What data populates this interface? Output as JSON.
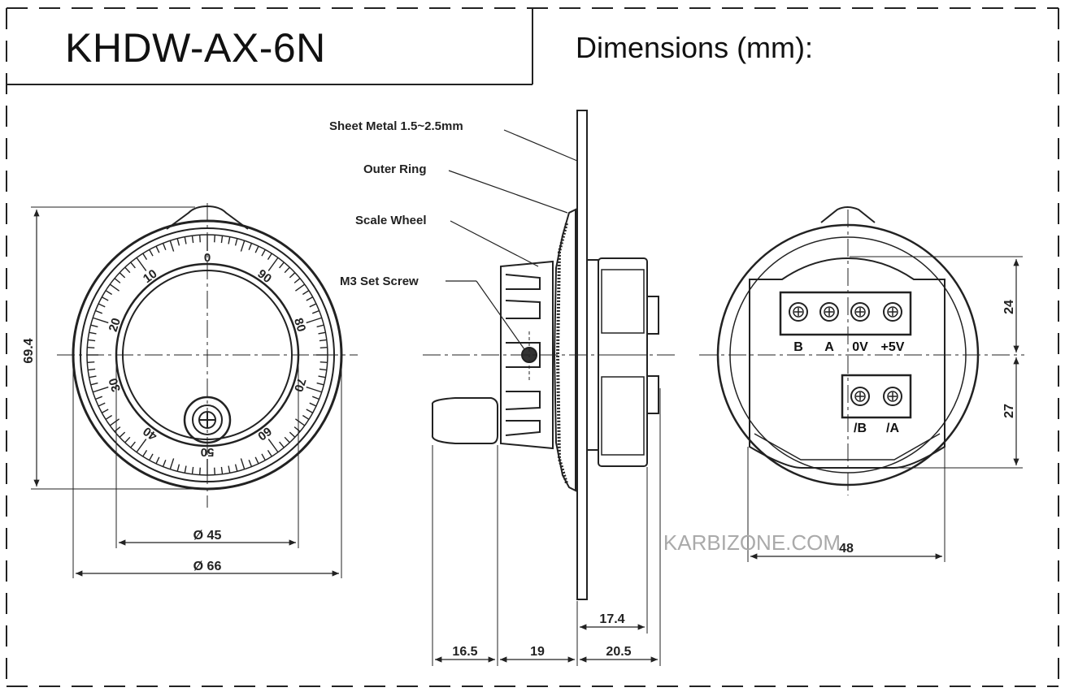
{
  "header": {
    "model": "KHDW-AX-6N",
    "dimensions_title": "Dimensions (mm):"
  },
  "front_view": {
    "dim_height": "69.4",
    "dim_inner_diameter": "Ø 45",
    "dim_outer_diameter": "Ø 66",
    "scale_labels": [
      "0",
      "10",
      "20",
      "30",
      "40",
      "50",
      "60",
      "70",
      "80",
      "90"
    ]
  },
  "side_view": {
    "callouts": {
      "sheet_metal": "Sheet Metal 1.5~2.5mm",
      "outer_ring": "Outer Ring",
      "scale_wheel": "Scale Wheel",
      "set_screw": "M3 Set Screw"
    },
    "dims": {
      "knob_length": "16.5",
      "body_depth": "19",
      "rear_depth": "20.5",
      "rear_body": "17.4"
    }
  },
  "back_view": {
    "top_terminals": [
      "B",
      "A",
      "0V",
      "+5V"
    ],
    "bottom_terminals": [
      "/B",
      "/A"
    ],
    "dim_upper": "24",
    "dim_lower": "27",
    "dim_width": "48"
  },
  "watermark": "KARBIZONE.COM"
}
